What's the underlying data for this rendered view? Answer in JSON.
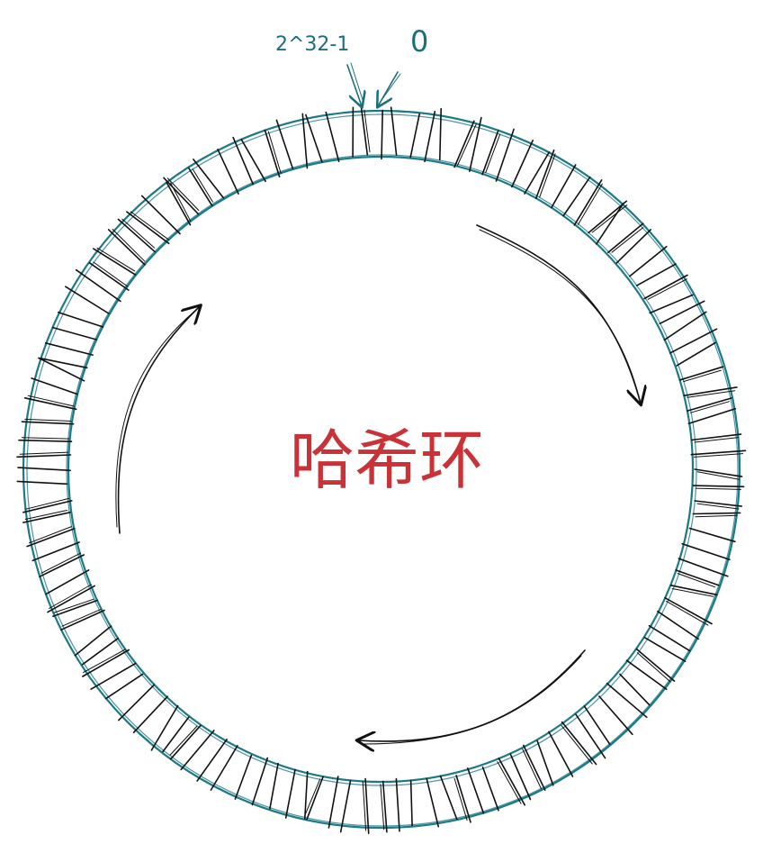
{
  "diagram": {
    "title": "哈希环",
    "label_max": "2^32-1",
    "label_zero": "0",
    "colors": {
      "title": "#c93236",
      "ring": "#1b7a85",
      "label": "#1b6f7c",
      "ticks": "#111111",
      "arrows": "#111111"
    }
  }
}
